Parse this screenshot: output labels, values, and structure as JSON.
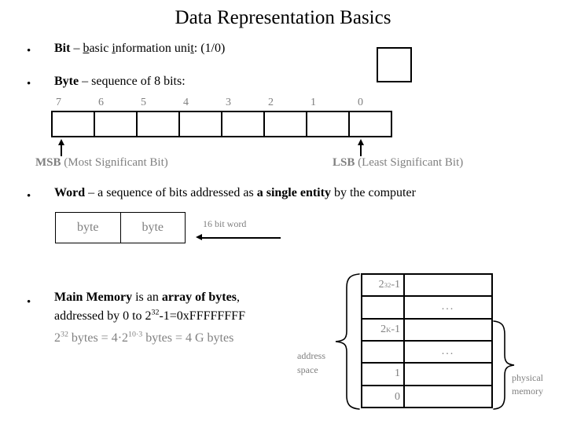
{
  "slide": {
    "title": "Data Representation Basics",
    "bullet_marker": "•"
  },
  "bullets": {
    "bit": {
      "term": "Bit",
      "dash": " – ",
      "def_b": "b",
      "def_mid1": "asic ",
      "def_i": "i",
      "def_mid2": "nformation uni",
      "def_t": "t",
      "def_tail": ": (1/0)"
    },
    "byte": {
      "term": "Byte",
      "rest": " – sequence of 8 bits:"
    },
    "word": {
      "term": "Word",
      "mid": " – a sequence of bits addressed as ",
      "emph": "a single entity",
      "tail": " by the computer"
    },
    "memory": {
      "term": "Main Memory",
      "mid1": " is an ",
      "emph": "array of bytes",
      "tail1": ",",
      "line2_pre": "addressed by 0 to 2",
      "line2_sup": "32",
      "line2_post": "-1=0xFFFFFFFF",
      "line3_pre": "2",
      "line3_sup1": "32",
      "line3_mid": " bytes = 4·2",
      "line3_sup2": "10·3",
      "line3_post": " bytes = 4 G bytes"
    }
  },
  "byte_diagram": {
    "bit_numbers": [
      "7",
      "6",
      "5",
      "4",
      "3",
      "2",
      "1",
      "0"
    ],
    "msb_label": "MSB (Most Significant Bit)",
    "msb_bold": "MSB",
    "msb_rest": " (Most Significant Bit)",
    "lsb_bold": "LSB",
    "lsb_rest": " (Least Significant Bit)"
  },
  "word_diagram": {
    "cells": [
      "byte",
      "byte"
    ],
    "arrow_label": "16 bit word"
  },
  "memory_diagram": {
    "rows": [
      {
        "address": "2",
        "address_sup": "32",
        "address_post": "-1",
        "data": ""
      },
      {
        "address": "",
        "address_sup": "",
        "address_post": "",
        "data": "..."
      },
      {
        "address": "2",
        "address_sup": "K",
        "address_post": "-1",
        "data": ""
      },
      {
        "address": "",
        "address_sup": "",
        "address_post": "",
        "data": "..."
      },
      {
        "address": "1",
        "address_sup": "",
        "address_post": "",
        "data": ""
      },
      {
        "address": "0",
        "address_sup": "",
        "address_post": "",
        "data": ""
      }
    ],
    "address_space_line1": "address",
    "address_space_line2": "space",
    "physical_memory_line1": "physical",
    "physical_memory_line2": "memory"
  },
  "colors": {
    "text": "#000000",
    "gray_text": "#808080",
    "background": "#ffffff",
    "line": "#000000"
  }
}
